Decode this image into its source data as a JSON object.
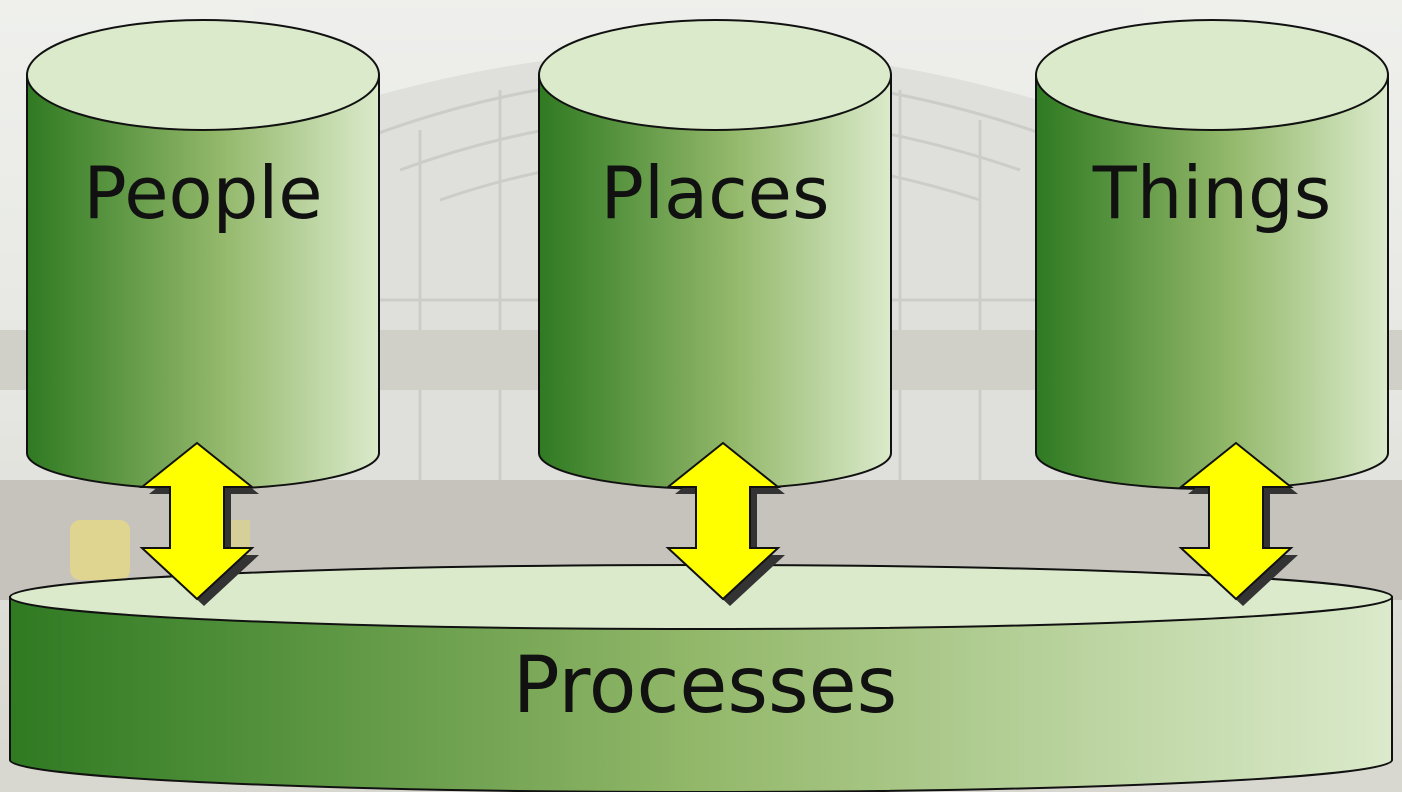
{
  "diagram": {
    "pillars": [
      {
        "id": "people",
        "label": "People"
      },
      {
        "id": "places",
        "label": "Places"
      },
      {
        "id": "things",
        "label": "Things"
      }
    ],
    "base": {
      "label": "Processes"
    }
  },
  "colors": {
    "dark_green": "#2f7a22",
    "mid_green": "#93b86a",
    "light_green": "#dbeacb",
    "arrow_yellow": "#ffff00",
    "outline": "#111111"
  },
  "background": {
    "description_icon": "building-photo-background"
  }
}
